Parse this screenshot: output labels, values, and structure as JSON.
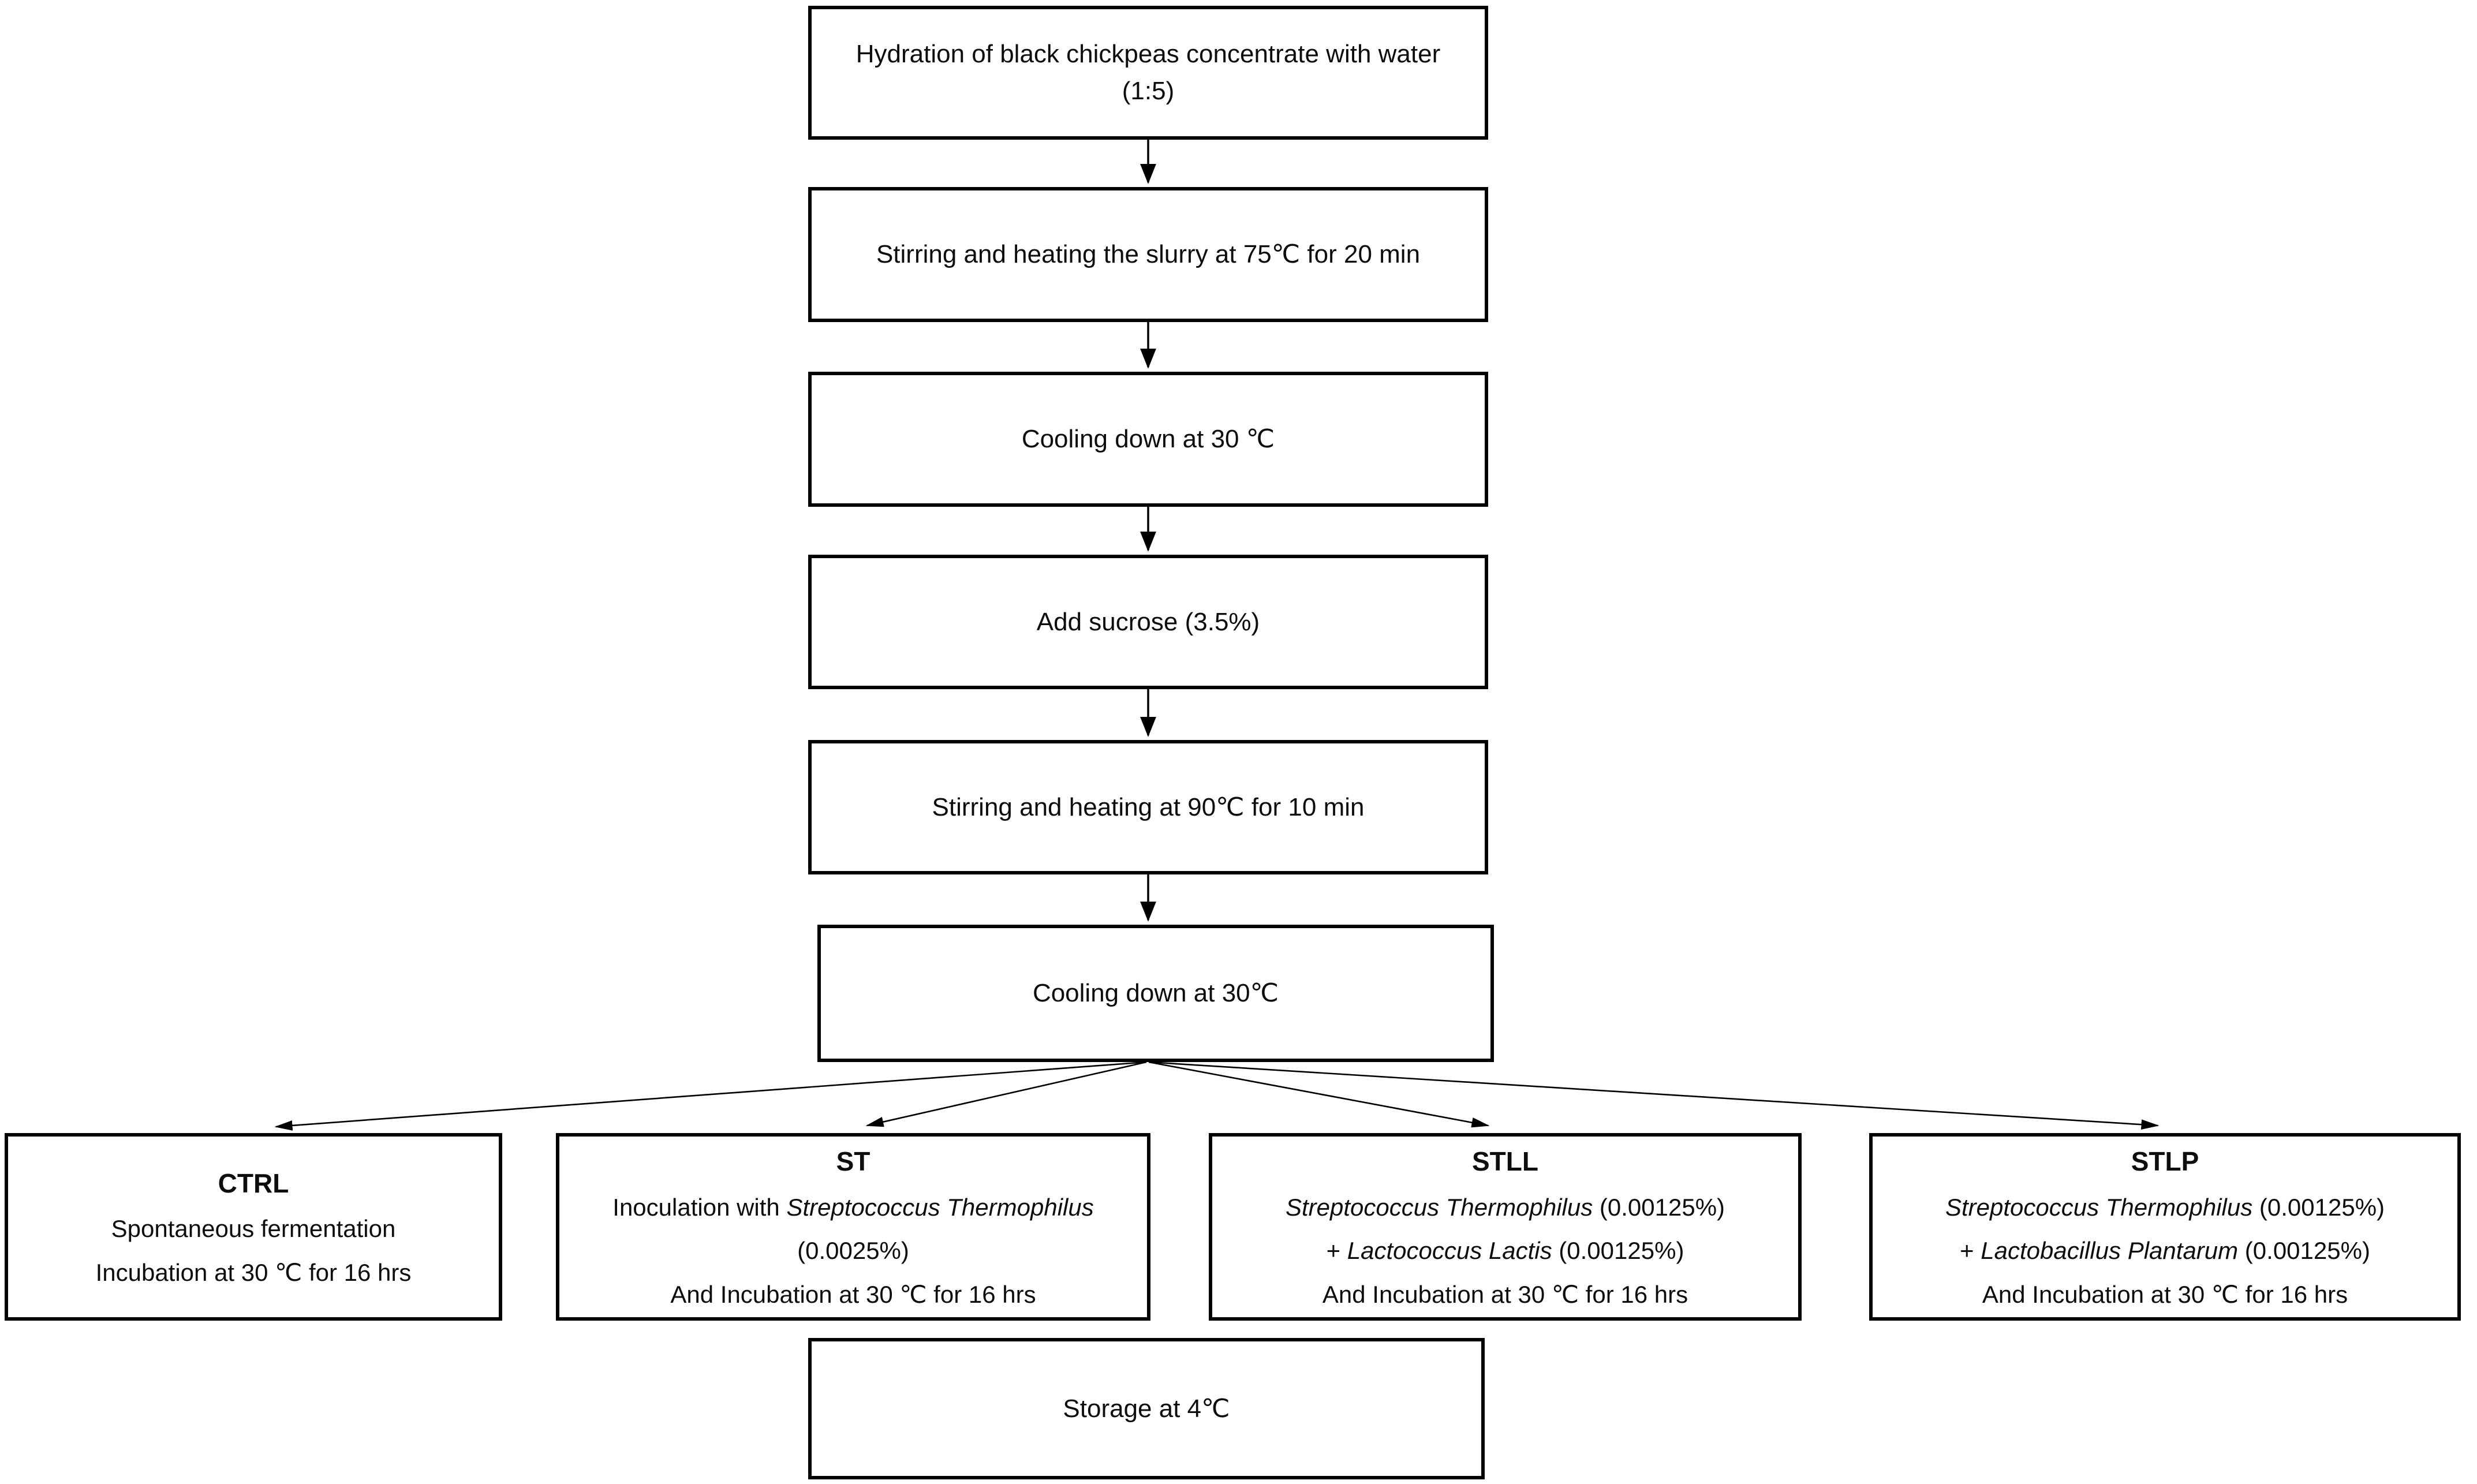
{
  "diagram": {
    "background_color": "#ffffff",
    "box_border_color": "#000000",
    "text_color": "#0d0d0d",
    "steps": {
      "hydration": "Hydration of black chickpeas concentrate with water (1:5)",
      "heat75": "Stirring and heating the slurry at 75℃ for 20 min",
      "cool30_first": "Cooling down at 30 ℃",
      "sucrose": "Add sucrose (3.5%)",
      "heat90": "Stirring and heating at 90℃ for 10 min",
      "cool30_second": "Cooling down at 30℃",
      "storage": "Storage at 4℃"
    },
    "branches": {
      "ctrl": {
        "title": "CTRL",
        "line1": "Spontaneous fermentation",
        "line2": "Incubation at 30 ℃ for 16 hrs"
      },
      "st": {
        "title": "ST",
        "pre": "Inoculation with ",
        "species": "Streptococcus Thermophilus",
        "post": " (0.0025%)",
        "incubation": "And Incubation at 30 ℃ for 16 hrs"
      },
      "stll": {
        "title": "STLL",
        "species1": "Streptococcus Thermophilus",
        "pct1": " (0.00125%)",
        "plus": "+ ",
        "species2": "Lactococcus Lactis",
        "pct2": " (0.00125%)",
        "incubation": "And Incubation at 30 ℃ for 16 hrs"
      },
      "stlp": {
        "title": "STLP",
        "species1": "Streptococcus Thermophilus",
        "pct1": " (0.00125%)",
        "plus": "+ ",
        "species2": "Lactobacillus Plantarum",
        "pct2": " (0.00125%)",
        "incubation": "And Incubation at 30 ℃ for 16 hrs"
      }
    }
  }
}
